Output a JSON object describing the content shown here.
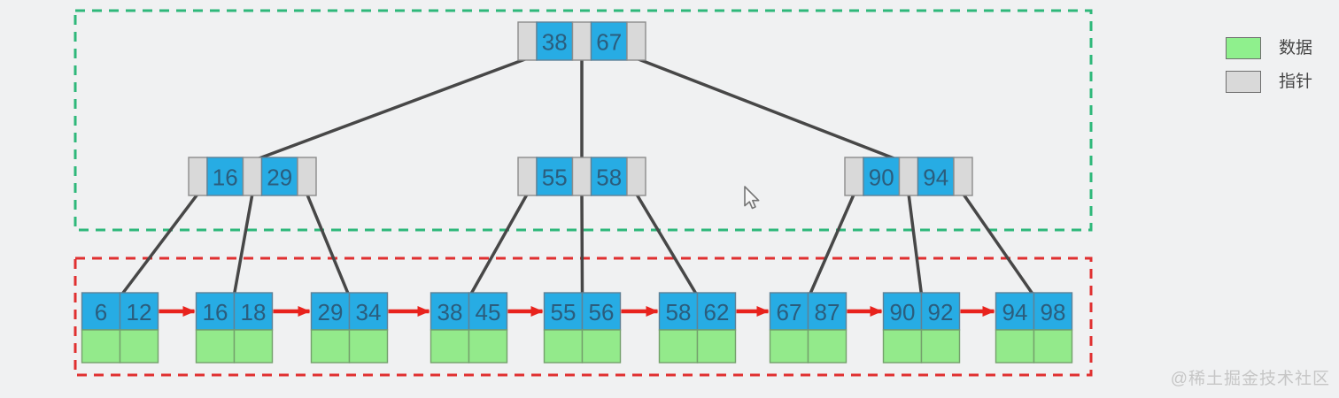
{
  "page": {
    "background_color": "#f0f1f2"
  },
  "legend": {
    "items": [
      {
        "id": "data",
        "label": "数据",
        "swatch_color": "#8ff08d"
      },
      {
        "id": "pointer",
        "label": "指针",
        "swatch_color": "#d9d9d9"
      }
    ]
  },
  "watermark": {
    "text": "@稀土掘金技术社区"
  },
  "diagram": {
    "type": "b-plus-tree",
    "colors": {
      "key_cell": "#27ace4",
      "key_cell_border": "#5f8196",
      "pointer_cell": "#d9d9d9",
      "pointer_cell_border": "#8c8c8c",
      "data_cell": "#93ea8b",
      "data_cell_border": "#74a06c",
      "key_text": "#2b5d7d",
      "edge": "#474747",
      "link_arrow": "#e8231d",
      "index_region_border": "#2eb87a",
      "data_region_border": "#e03030"
    },
    "root": {
      "keys": [
        "38",
        "67"
      ]
    },
    "internal_nodes": [
      {
        "keys": [
          "16",
          "29"
        ]
      },
      {
        "keys": [
          "55",
          "58"
        ]
      },
      {
        "keys": [
          "90",
          "94"
        ]
      }
    ],
    "leaf_nodes": [
      {
        "keys": [
          "6",
          "12"
        ]
      },
      {
        "keys": [
          "16",
          "18"
        ]
      },
      {
        "keys": [
          "29",
          "34"
        ]
      },
      {
        "keys": [
          "38",
          "45"
        ]
      },
      {
        "keys": [
          "55",
          "56"
        ]
      },
      {
        "keys": [
          "58",
          "62"
        ]
      },
      {
        "keys": [
          "67",
          "87"
        ]
      },
      {
        "keys": [
          "90",
          "92"
        ]
      },
      {
        "keys": [
          "94",
          "98"
        ]
      }
    ]
  }
}
